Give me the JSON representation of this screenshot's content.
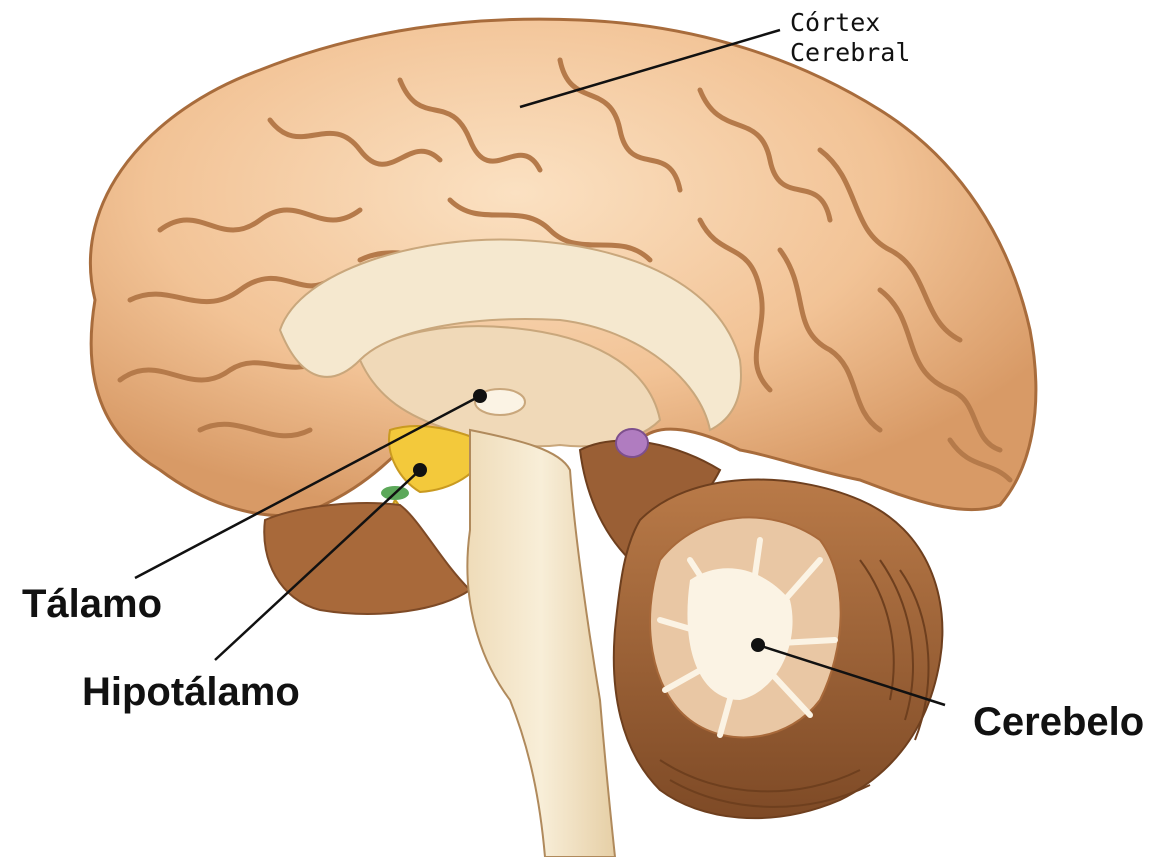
{
  "labels": {
    "cortex": {
      "line1": "Córtex",
      "line2": "Cerebral"
    },
    "thalamus": "Tálamo",
    "hypothalamus": "Hipotálamo",
    "cerebellum": "Cerebelo"
  },
  "colors": {
    "cortex": "#f4c9a0",
    "sulcus": "#b57a4a",
    "corpus_callosum": "#f5e8cf",
    "thalamus": "#f0d9b8",
    "hypothalamus": "#f3c93b",
    "pineal": "#b07cc0",
    "optic_chiasm": "#5ca85a",
    "brainstem": "#f7ead0",
    "temporal_dark": "#a8693a",
    "cerebellum_dark": "#9a5f35",
    "arbor_vitae": "#fbf3e4",
    "leader_line": "#111111"
  }
}
